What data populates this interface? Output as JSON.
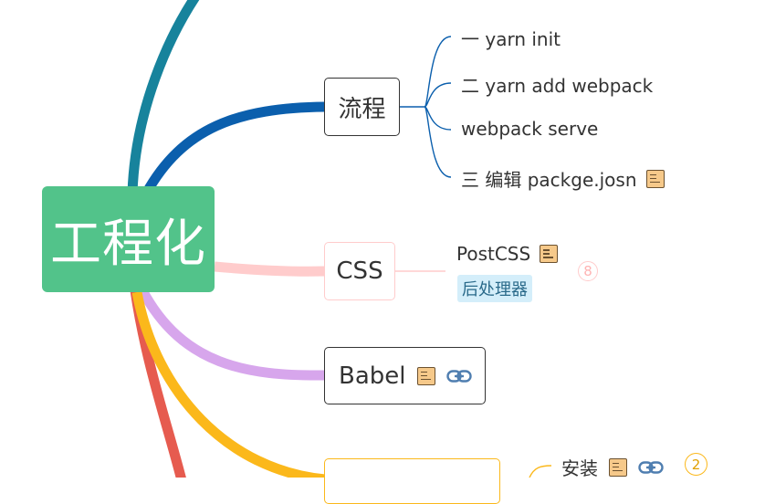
{
  "central_topic": "工程化",
  "topics": [
    {
      "label": "流程",
      "color": "#0b5fad",
      "children": [
        {
          "label": "一  yarn init"
        },
        {
          "label": "二 yarn add webpack"
        },
        {
          "label": "webpack serve"
        },
        {
          "label": "三 编辑 packge.josn",
          "icon": "note-icon"
        }
      ]
    },
    {
      "label": "CSS",
      "color": "#ffcccc",
      "children": [
        {
          "label": "PostCSS",
          "icon": "note-icon",
          "tag": "后处理器"
        }
      ],
      "collapsed_count": "8"
    },
    {
      "label": "Babel",
      "color": "#d7a6ec",
      "icons": [
        "note-icon",
        "link-icon"
      ]
    },
    {
      "label": "",
      "color": "#fbb81b",
      "children": [
        {
          "label": "安装",
          "icons": [
            "note-icon",
            "link-icon"
          ]
        }
      ],
      "collapsed_count": "2"
    }
  ],
  "other_branch_colors": [
    "#17839c",
    "#e65b4f"
  ]
}
